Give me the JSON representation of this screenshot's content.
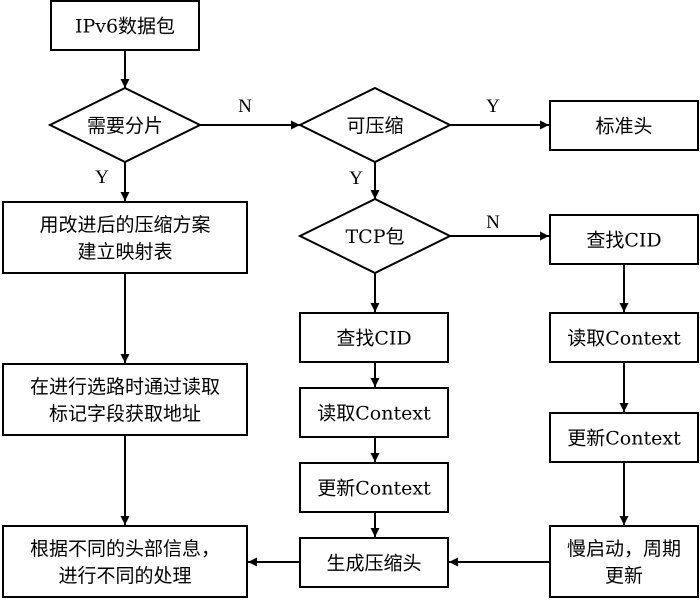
{
  "title": "IPv6 header compression flowchart",
  "colors": {
    "stroke": "#000000",
    "fill": "#ffffff",
    "text": "#000000"
  },
  "nodes": {
    "ipv6_packet": {
      "type": "process",
      "lines": [
        "IPv6数据包"
      ]
    },
    "need_fragment": {
      "type": "decision",
      "lines": [
        "需要分片"
      ]
    },
    "compressible": {
      "type": "decision",
      "lines": [
        "可压缩"
      ]
    },
    "standard_header": {
      "type": "process",
      "lines": [
        "标准头"
      ]
    },
    "build_mapping": {
      "type": "process",
      "lines": [
        "用改进后的压缩方案",
        "建立映射表"
      ]
    },
    "tcp_packet": {
      "type": "decision",
      "lines": [
        "TCP包"
      ]
    },
    "tcp_find_cid": {
      "type": "process",
      "lines": [
        "查找CID"
      ]
    },
    "route_read": {
      "type": "process",
      "lines": [
        "在进行选路时通过读取",
        "标记字段获取地址"
      ]
    },
    "find_cid": {
      "type": "process",
      "lines": [
        "查找CID"
      ]
    },
    "tcp_read_context": {
      "type": "process",
      "lines": [
        "读取Context"
      ]
    },
    "read_context": {
      "type": "process",
      "lines": [
        "读取Context"
      ]
    },
    "tcp_update_context": {
      "type": "process",
      "lines": [
        "更新Context"
      ]
    },
    "update_context": {
      "type": "process",
      "lines": [
        "更新Context"
      ]
    },
    "process_headers": {
      "type": "process",
      "lines": [
        "根据不同的头部信息，",
        "进行不同的处理"
      ]
    },
    "gen_compressed_header": {
      "type": "process",
      "lines": [
        "生成压缩头"
      ]
    },
    "slow_start": {
      "type": "process",
      "lines": [
        "慢启动，周期",
        "更新"
      ]
    }
  },
  "edges": [
    {
      "from": "ipv6_packet",
      "to": "need_fragment",
      "label": ""
    },
    {
      "from": "need_fragment",
      "to": "compressible",
      "label": "N"
    },
    {
      "from": "need_fragment",
      "to": "build_mapping",
      "label": "Y"
    },
    {
      "from": "compressible",
      "to": "standard_header",
      "label": "N"
    },
    {
      "from": "compressible",
      "to": "tcp_packet",
      "label": "Y"
    },
    {
      "from": "tcp_packet",
      "to": "tcp_find_cid",
      "label": "Y"
    },
    {
      "from": "tcp_packet",
      "to": "find_cid",
      "label": "N"
    },
    {
      "from": "build_mapping",
      "to": "route_read",
      "label": ""
    },
    {
      "from": "route_read",
      "to": "process_headers",
      "label": ""
    },
    {
      "from": "find_cid",
      "to": "read_context",
      "label": ""
    },
    {
      "from": "read_context",
      "to": "update_context",
      "label": ""
    },
    {
      "from": "update_context",
      "to": "gen_compressed_header",
      "label": ""
    },
    {
      "from": "tcp_find_cid",
      "to": "tcp_read_context",
      "label": ""
    },
    {
      "from": "tcp_read_context",
      "to": "tcp_update_context",
      "label": ""
    },
    {
      "from": "tcp_update_context",
      "to": "slow_start",
      "label": ""
    },
    {
      "from": "slow_start",
      "to": "gen_compressed_header",
      "label": ""
    },
    {
      "from": "gen_compressed_header",
      "to": "process_headers",
      "label": ""
    }
  ]
}
